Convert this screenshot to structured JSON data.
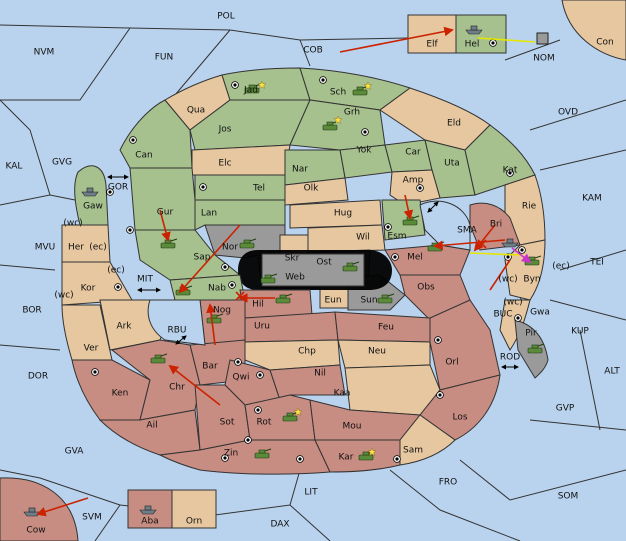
{
  "colors": {
    "sea": "#b9d3ee",
    "green": "#a6c08e",
    "tan": "#e6c7a0",
    "rose": "#c78c82",
    "grey": "#9a9a9a",
    "order_move": "#cc2200",
    "order_support": "#e6e600",
    "order_convoy": "#cc33cc"
  },
  "sea_labels": [
    {
      "key": "POL",
      "text": "POL"
    },
    {
      "key": "NVM",
      "text": "NVM"
    },
    {
      "key": "FUN",
      "text": "FUN"
    },
    {
      "key": "COB",
      "text": "COB"
    },
    {
      "key": "NOM",
      "text": "NOM"
    },
    {
      "key": "Con",
      "text": "Con"
    },
    {
      "key": "OVD",
      "text": "OVD"
    },
    {
      "key": "KAL",
      "text": "KAL"
    },
    {
      "key": "GVG",
      "text": "GVG"
    },
    {
      "key": "GOR",
      "text": "GOR"
    },
    {
      "key": "KAM",
      "text": "KAM"
    },
    {
      "key": "MVU",
      "text": "MVU"
    },
    {
      "key": "SMA",
      "text": "SMA"
    },
    {
      "key": "TEI",
      "text": "TEI"
    },
    {
      "key": "MIT",
      "text": "MIT"
    },
    {
      "key": "BOR",
      "text": "BOR"
    },
    {
      "key": "RBU",
      "text": "RBU"
    },
    {
      "key": "BUC",
      "text": "BUC"
    },
    {
      "key": "KUP",
      "text": "KUP"
    },
    {
      "key": "DOR",
      "text": "DOR"
    },
    {
      "key": "ROD",
      "text": "ROD"
    },
    {
      "key": "ALT",
      "text": "ALT"
    },
    {
      "key": "GVP",
      "text": "GVP"
    },
    {
      "key": "GVA",
      "text": "GVA"
    },
    {
      "key": "FRO",
      "text": "FRO"
    },
    {
      "key": "SOM",
      "text": "SOM"
    },
    {
      "key": "LIT",
      "text": "LIT"
    },
    {
      "key": "SVM",
      "text": "SVM"
    },
    {
      "key": "DAX",
      "text": "DAX"
    }
  ],
  "land_labels": [
    {
      "key": "Jad",
      "text": "Jad"
    },
    {
      "key": "Sch",
      "text": "Sch"
    },
    {
      "key": "Qua",
      "text": "Qua"
    },
    {
      "key": "Grh",
      "text": "Grh"
    },
    {
      "key": "Jos",
      "text": "Jos"
    },
    {
      "key": "Eld",
      "text": "Eld"
    },
    {
      "key": "Can",
      "text": "Can"
    },
    {
      "key": "Yok",
      "text": "Yok"
    },
    {
      "key": "Car",
      "text": "Car"
    },
    {
      "key": "Elc",
      "text": "Elc"
    },
    {
      "key": "Nar",
      "text": "Nar"
    },
    {
      "key": "Uta",
      "text": "Uta"
    },
    {
      "key": "Kat",
      "text": "Kat"
    },
    {
      "key": "Tel",
      "text": "Tel"
    },
    {
      "key": "Olk",
      "text": "Olk"
    },
    {
      "key": "Amp",
      "text": "Amp"
    },
    {
      "key": "Gaw",
      "text": "Gaw"
    },
    {
      "key": "Gur",
      "text": "Gur"
    },
    {
      "key": "Lan",
      "text": "Lan"
    },
    {
      "key": "Hug",
      "text": "Hug"
    },
    {
      "key": "Rie",
      "text": "Rie"
    },
    {
      "key": "Esm",
      "text": "Esm"
    },
    {
      "key": "Wil",
      "text": "Wil"
    },
    {
      "key": "Bri",
      "text": "Bri"
    },
    {
      "key": "Nor",
      "text": "Nor"
    },
    {
      "key": "Skr",
      "text": "Skr"
    },
    {
      "key": "Her",
      "text": "Her"
    },
    {
      "key": "Sap",
      "text": "Sap"
    },
    {
      "key": "Ost",
      "text": "Ost"
    },
    {
      "key": "Mel",
      "text": "Mel"
    },
    {
      "key": "Web",
      "text": "Web"
    },
    {
      "key": "Byn",
      "text": "Byn"
    },
    {
      "key": "Kor",
      "text": "Kor"
    },
    {
      "key": "Nab",
      "text": "Nab"
    },
    {
      "key": "Obs",
      "text": "Obs"
    },
    {
      "key": "Eun",
      "text": "Eun"
    },
    {
      "key": "Sun",
      "text": "Sun"
    },
    {
      "key": "Hil",
      "text": "Hil"
    },
    {
      "key": "Gwa",
      "text": "Gwa"
    },
    {
      "key": "Ark",
      "text": "Ark"
    },
    {
      "key": "Nog",
      "text": "Nog"
    },
    {
      "key": "Uru",
      "text": "Uru"
    },
    {
      "key": "Feu",
      "text": "Feu"
    },
    {
      "key": "Pir",
      "text": "Pir"
    },
    {
      "key": "Ver",
      "text": "Ver"
    },
    {
      "key": "Chp",
      "text": "Chp"
    },
    {
      "key": "Neu",
      "text": "Neu"
    },
    {
      "key": "Orl",
      "text": "Orl"
    },
    {
      "key": "Bar",
      "text": "Bar"
    },
    {
      "key": "Qwi",
      "text": "Qwi"
    },
    {
      "key": "Nil",
      "text": "Nil"
    },
    {
      "key": "Ken",
      "text": "Ken"
    },
    {
      "key": "Chr",
      "text": "Chr"
    },
    {
      "key": "Kaa",
      "text": "Kaa"
    },
    {
      "key": "Ail",
      "text": "Ail"
    },
    {
      "key": "Sot",
      "text": "Sot"
    },
    {
      "key": "Rot",
      "text": "Rot"
    },
    {
      "key": "Mou",
      "text": "Mou"
    },
    {
      "key": "Los",
      "text": "Los"
    },
    {
      "key": "Sam",
      "text": "Sam"
    },
    {
      "key": "Zin",
      "text": "Zin"
    },
    {
      "key": "Kar",
      "text": "Kar"
    },
    {
      "key": "Elf",
      "text": "Elf"
    },
    {
      "key": "Hel",
      "text": "Hel"
    },
    {
      "key": "Aba",
      "text": "Aba"
    },
    {
      "key": "Orn",
      "text": "Orn"
    },
    {
      "key": "Cow",
      "text": "Cow"
    }
  ],
  "coast_labels": [
    {
      "key": "c1",
      "text": "(wc)"
    },
    {
      "key": "c2",
      "text": "(ec)"
    },
    {
      "key": "c3",
      "text": "(ec)"
    },
    {
      "key": "c4",
      "text": "(wc)"
    },
    {
      "key": "c5",
      "text": "(ec)"
    },
    {
      "key": "c6",
      "text": "(wc)"
    },
    {
      "key": "c7",
      "text": "(wc)"
    }
  ]
}
